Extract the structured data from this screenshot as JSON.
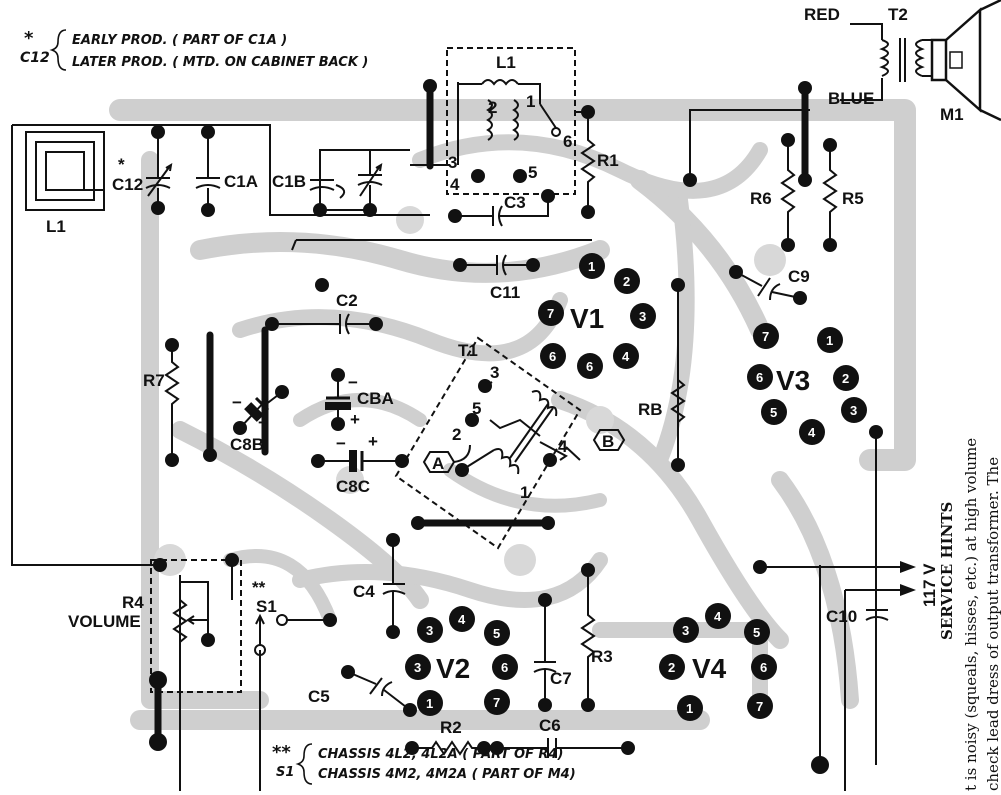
{
  "notes": {
    "c12_star": "*",
    "c12_label": "C12",
    "c12_line1": "EARLY PROD. ( PART OF C1A )",
    "c12_line2": "LATER PROD. ( MTD. ON CABINET BACK )",
    "s1_star": "**",
    "s1_label": "S1",
    "s1_line1": "CHASSIS 4L2, 4L2A ( PART OF R4)",
    "s1_line2": "CHASSIS 4M2, 4M2A ( PART OF M4)"
  },
  "labels": {
    "red": "RED",
    "blue": "BLUE",
    "t2": "T2",
    "m1": "M1",
    "l1_top": "L1",
    "l1_loop": "L1",
    "c12": "C12",
    "c12_star": "*",
    "c1a": "C1A",
    "c1b": "C1B",
    "r1": "R1",
    "c3": "C3",
    "c11": "C11",
    "c2": "C2",
    "r7": "R7",
    "c8b": "C8B",
    "cba": "CBA",
    "c8c": "C8C",
    "t1": "T1",
    "rb": "RB",
    "r6": "R6",
    "r5": "R5",
    "c9": "C9",
    "c4": "C4",
    "r4": "R4",
    "volume": "VOLUME",
    "s1": "S1",
    "s1_star": "**",
    "c5": "C5",
    "c7": "C7",
    "r3": "R3",
    "r2": "R2",
    "c6": "C6",
    "c10": "C10",
    "v117": "117 V",
    "test_a": "A",
    "test_b": "B",
    "plus": "+",
    "minus": "−",
    "coil_1": "1",
    "coil_2": "2",
    "coil_3": "3",
    "coil_4": "4",
    "coil_5": "5",
    "coil_6": "6"
  },
  "tubes": {
    "v1": {
      "name": "V1",
      "pins": [
        "1",
        "2",
        "3",
        "4",
        "6",
        "6",
        "7"
      ]
    },
    "v2": {
      "name": "V2",
      "pins": [
        "3",
        "4",
        "5",
        "6",
        "7",
        "1",
        "3"
      ]
    },
    "v3": {
      "name": "V3",
      "pins": [
        "7",
        "1",
        "2",
        "3",
        "4",
        "5",
        "6"
      ]
    },
    "v4": {
      "name": "V4",
      "pins": [
        "3",
        "4",
        "5",
        "6",
        "7",
        "1",
        "2"
      ]
    }
  },
  "service_hints": {
    "title": "SERVICE HINTS",
    "line1": "t is noisy (squeals, hisses, etc.) at high volume",
    "line2": "check lead dress of output transformer. The"
  },
  "colors": {
    "ink": "#111111",
    "board_trace": "#c9c9c9",
    "paper": "#ffffff"
  }
}
